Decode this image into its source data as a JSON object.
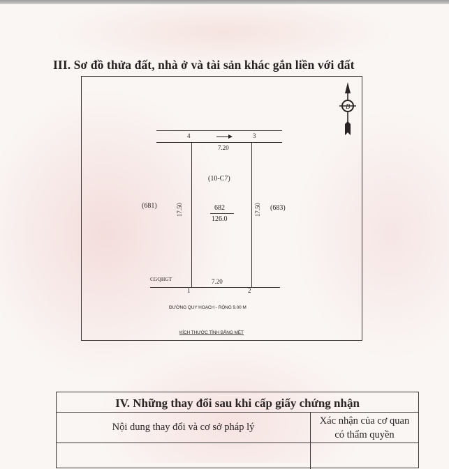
{
  "section3": {
    "title": "III. Sơ đồ thửa đất, nhà ở và tài sản khác gắn liền với đất",
    "map": {
      "compass_icon": "north-arrow-compass",
      "compass_letter": "B",
      "points": {
        "p1": "1",
        "p2": "2",
        "p3": "3",
        "p4": "4"
      },
      "top_edge_length": "7.20",
      "bottom_edge_length": "7.20",
      "left_edge_length": "17.50",
      "right_edge_length": "17.50",
      "map_sheet": "(10-C7)",
      "parcel_number": "682",
      "parcel_area": "126.0",
      "left_neighbor": "(681)",
      "right_neighbor": "(683)",
      "corner_label": "CGQHGT",
      "road_label": "ĐƯỜNG QUY HOẠCH - RỘNG 9.00 M",
      "units_note": "KÍCH THƯỚC TÍNH BẰNG MÉT",
      "direction_arrow_icon": "arrow-right"
    }
  },
  "section4": {
    "title": "IV. Những thay đổi sau khi cấp giấy chứng nhận",
    "columns": [
      "Nội dung thay đổi và cơ sở pháp lý",
      "Xác nhận của cơ quan có thẩm quyền"
    ],
    "col2_line1": "Xác nhận của cơ quan",
    "col2_line2": "có thẩm quyền",
    "rows": [
      [
        "",
        ""
      ]
    ]
  }
}
